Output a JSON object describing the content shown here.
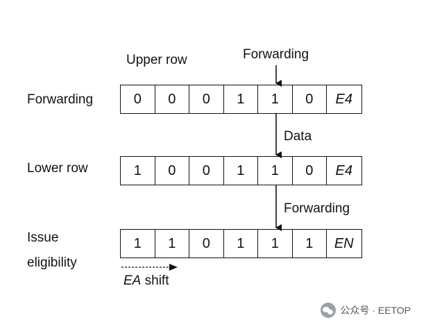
{
  "labels": {
    "upper_row": "Upper row",
    "forwarding_top": "Forwarding",
    "forwarding_left": "Forwarding",
    "data": "Data",
    "lower_row": "Lower row",
    "forwarding_mid": "Forwarding",
    "issue": "Issue",
    "eligibility": "eligibility",
    "ea": "EA",
    "shift": " shift"
  },
  "rows": {
    "forwarding_row": [
      "0",
      "0",
      "0",
      "1",
      "1",
      "0",
      "E4"
    ],
    "lower_row": [
      "1",
      "0",
      "0",
      "1",
      "1",
      "0",
      "E4"
    ],
    "issue_row": [
      "1",
      "1",
      "0",
      "1",
      "1",
      "1",
      "EN"
    ]
  },
  "watermark": {
    "text": "公众号 · EETOP",
    "icon": "wechat-icon"
  }
}
